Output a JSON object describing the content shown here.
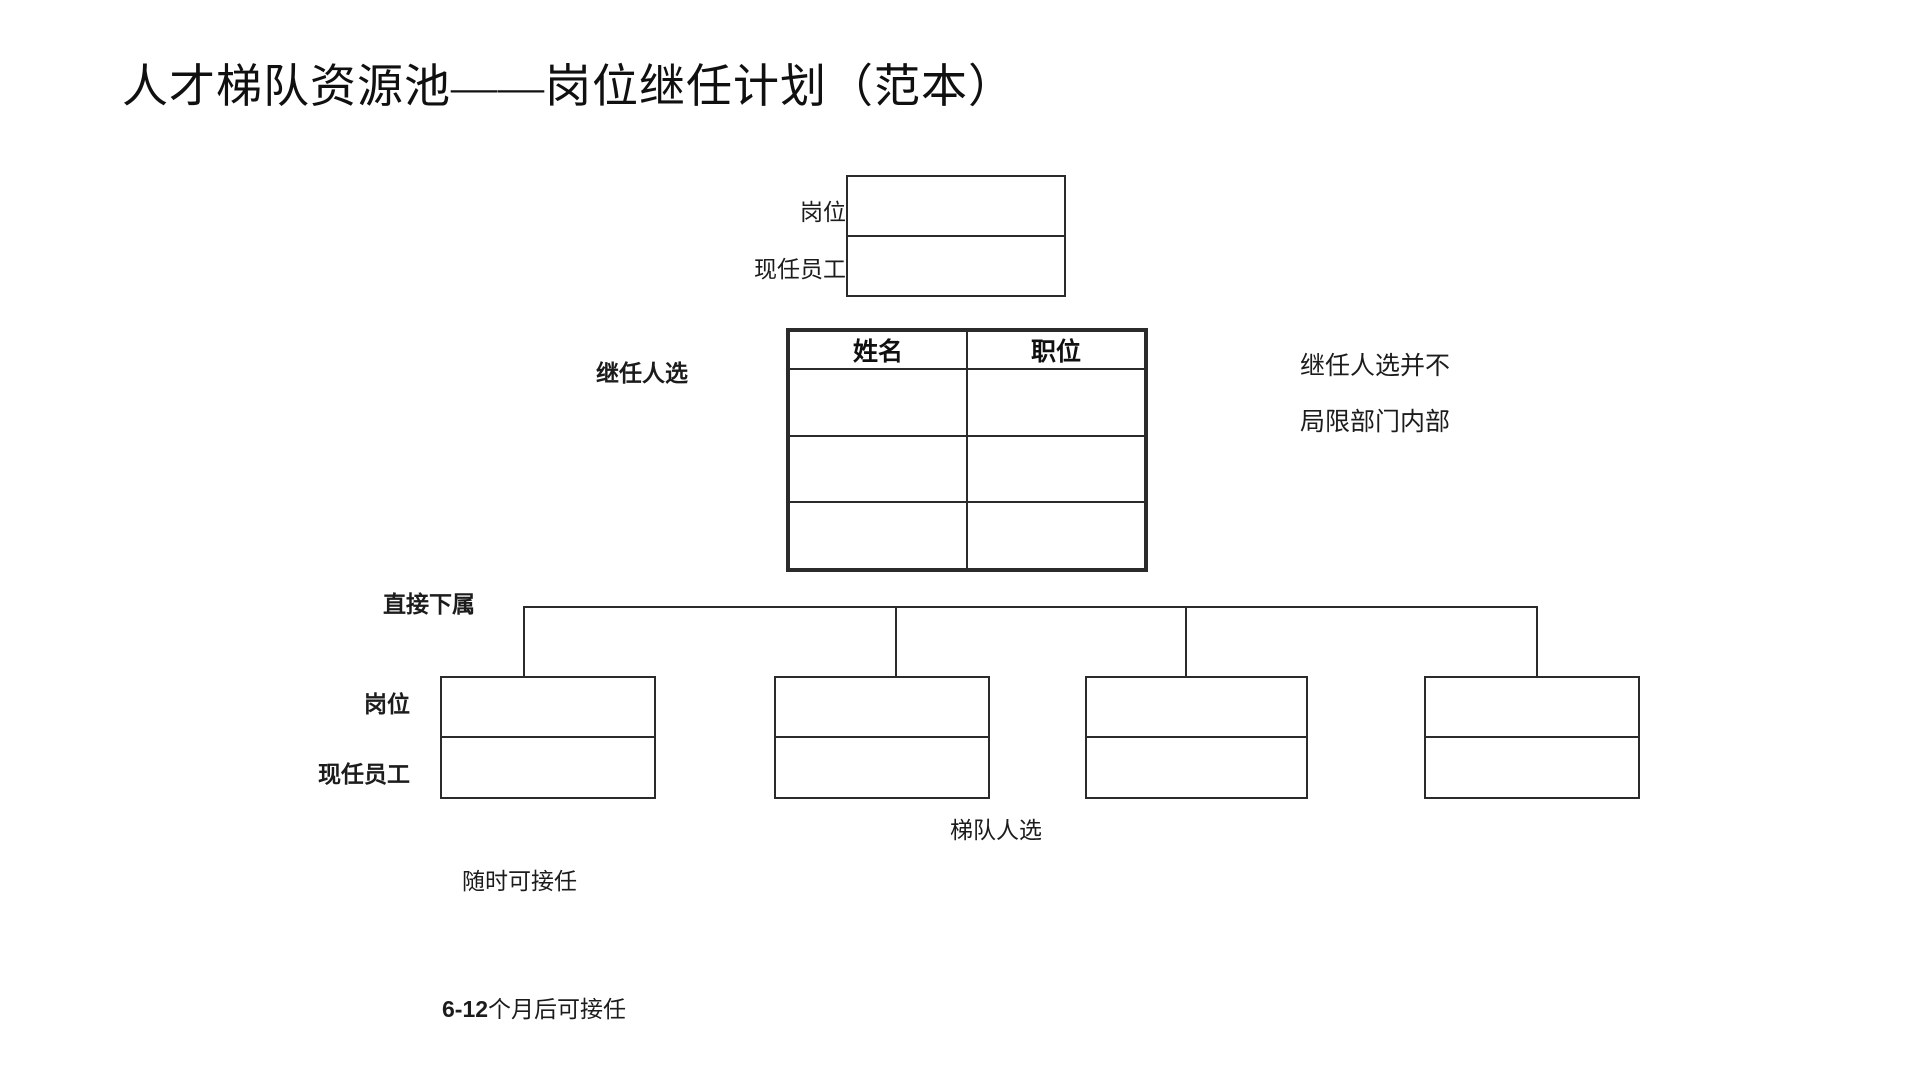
{
  "title": "人才梯队资源池——岗位继任计划（范本）",
  "top_node": {
    "labels": {
      "position": "岗位",
      "incumbent": "现任员工"
    },
    "position_value": "",
    "incumbent_value": ""
  },
  "succession": {
    "label": "继任人选",
    "columns": [
      "姓名",
      "职位"
    ],
    "rows": [
      [
        "",
        ""
      ],
      [
        "",
        ""
      ],
      [
        "",
        ""
      ]
    ],
    "note_line1": "继任人选并不",
    "note_line2": "局限部门内部"
  },
  "subordinates": {
    "label": "直接下属",
    "row_labels": {
      "position": "岗位",
      "incumbent": "现任员工"
    },
    "boxes": [
      {
        "position_value": "",
        "incumbent_value": ""
      },
      {
        "position_value": "",
        "incumbent_value": ""
      },
      {
        "position_value": "",
        "incumbent_value": ""
      },
      {
        "position_value": "",
        "incumbent_value": ""
      }
    ],
    "pool_label": "梯队人选"
  },
  "readiness": {
    "immediate": "随时可接任",
    "later_prefix": "6-12",
    "later_suffix": "个月后可接任"
  },
  "colors": {
    "line": "#2b2b2b",
    "text": "#1c1c1c",
    "background": "#ffffff"
  }
}
